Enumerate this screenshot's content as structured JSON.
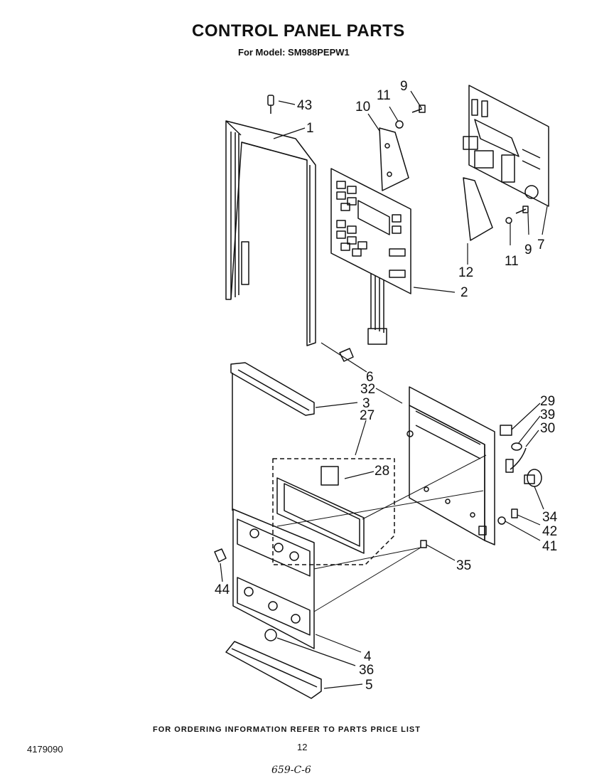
{
  "header": {
    "title": "CONTROL PANEL PARTS",
    "model_line": "For Model: SM988PEPW1"
  },
  "footer": {
    "ordering_note": "FOR ORDERING INFORMATION REFER TO PARTS PRICE LIST",
    "document_number": "4179090",
    "page_number": "12",
    "handwritten_note": "659-C-6"
  },
  "callouts": {
    "c43": "43",
    "c1": "1",
    "c11a": "11",
    "c9a": "9",
    "c10": "10",
    "c2": "2",
    "c12": "12",
    "c11b": "11",
    "c9b": "9",
    "c7": "7",
    "c6": "6",
    "c32": "32",
    "c3": "3",
    "c27": "27",
    "c29": "29",
    "c39": "39",
    "c30": "30",
    "c28": "28",
    "c34": "34",
    "c42": "42",
    "c41": "41",
    "c35": "35",
    "c44": "44",
    "c4": "4",
    "c36": "36",
    "c5": "5"
  }
}
